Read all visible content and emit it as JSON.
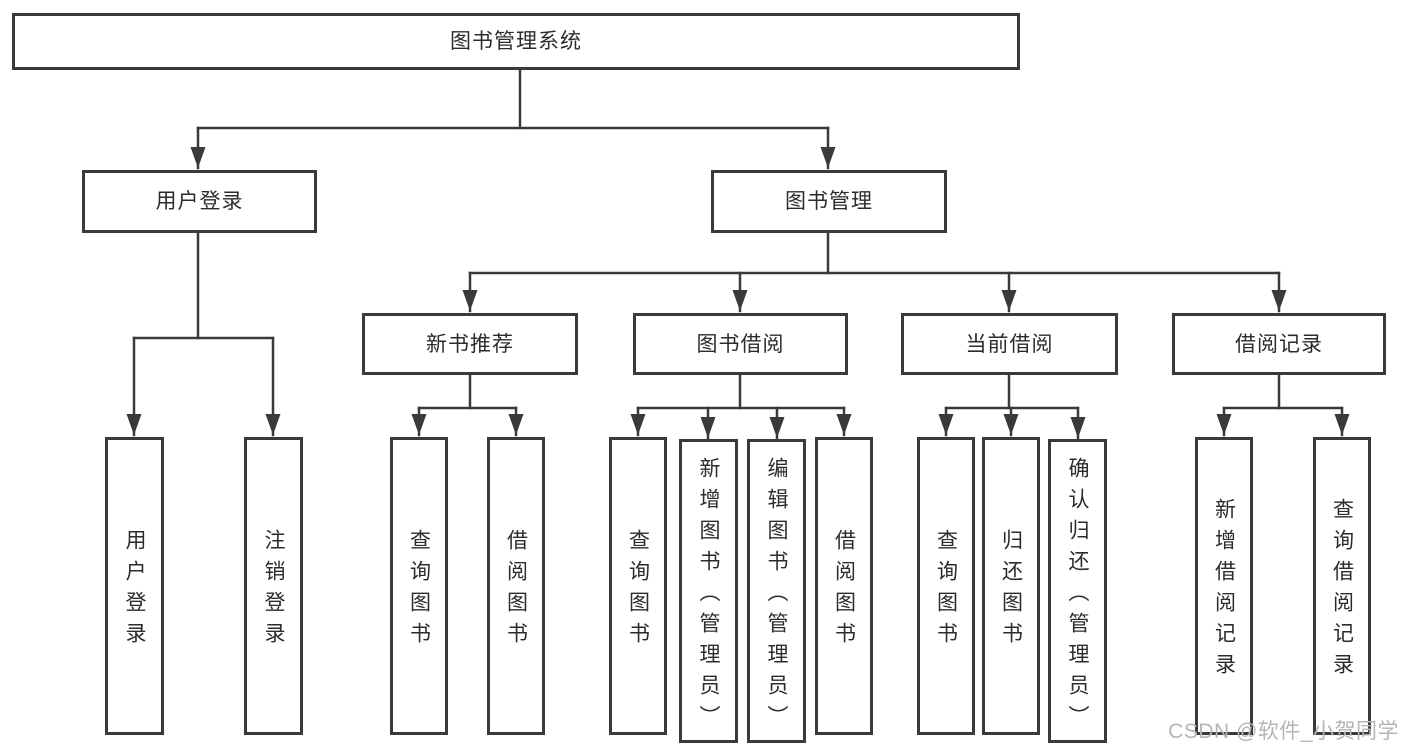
{
  "diagram": {
    "title": "图书管理系统",
    "root": {
      "label": "图书管理系统"
    },
    "level2": [
      {
        "label": "用户登录"
      },
      {
        "label": "图书管理"
      }
    ],
    "level3": [
      {
        "label": "新书推荐"
      },
      {
        "label": "图书借阅"
      },
      {
        "label": "当前借阅"
      },
      {
        "label": "借阅记录"
      }
    ],
    "leaves": {
      "user_login": [
        {
          "label": "用户登录"
        },
        {
          "label": "注销登录"
        }
      ],
      "new_book_rec": [
        {
          "label": "查询图书"
        },
        {
          "label": "借阅图书"
        }
      ],
      "book_borrow": [
        {
          "label": "查询图书"
        },
        {
          "label": "新增图书（管理员）"
        },
        {
          "label": "编辑图书（管理员）"
        },
        {
          "label": "借阅图书"
        }
      ],
      "current_borrow": [
        {
          "label": "查询图书"
        },
        {
          "label": "归还图书"
        },
        {
          "label": "确认归还（管理员）"
        }
      ],
      "borrow_records": [
        {
          "label": "新增借阅记录"
        },
        {
          "label": "查询借阅记录"
        }
      ]
    }
  },
  "watermark": {
    "text": "CSDN @软件_小贺同学"
  },
  "colors": {
    "line": "#3a3a3a",
    "text": "#2c2c2c",
    "background": "#ffffff",
    "watermark": "#b5b5b5"
  }
}
